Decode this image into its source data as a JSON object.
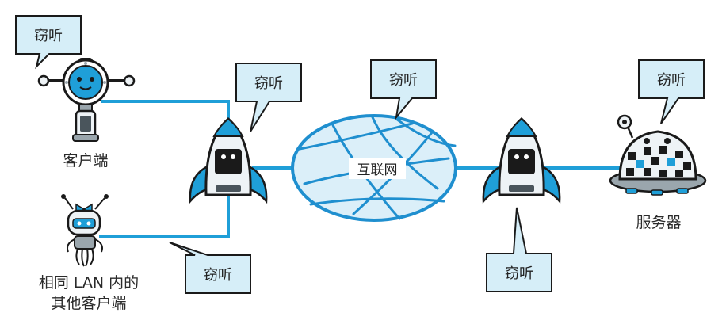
{
  "eavesdrop_label": "窃听",
  "labels": {
    "client": "客户端",
    "lan_clients_line1": "相同 LAN 内的",
    "lan_clients_line2": "其他客户端",
    "internet": "互联网",
    "server": "服务器"
  },
  "colors": {
    "link": "#1f9fd8",
    "bubble_fill": "#d6eef8",
    "bubble_stroke": "#1a1a1a",
    "cloud_fill": "#dbeff9",
    "cloud_stroke": "#1f8fcf",
    "robot_dark": "#1a1a1a",
    "robot_light": "#eef3f6"
  },
  "icons": {
    "client": "client-robot-icon",
    "lan_client": "lan-client-robot-icon",
    "router_left": "rocket-router-left-icon",
    "router_right": "rocket-router-right-icon",
    "internet": "internet-cloud-icon",
    "server": "server-robot-icon"
  }
}
